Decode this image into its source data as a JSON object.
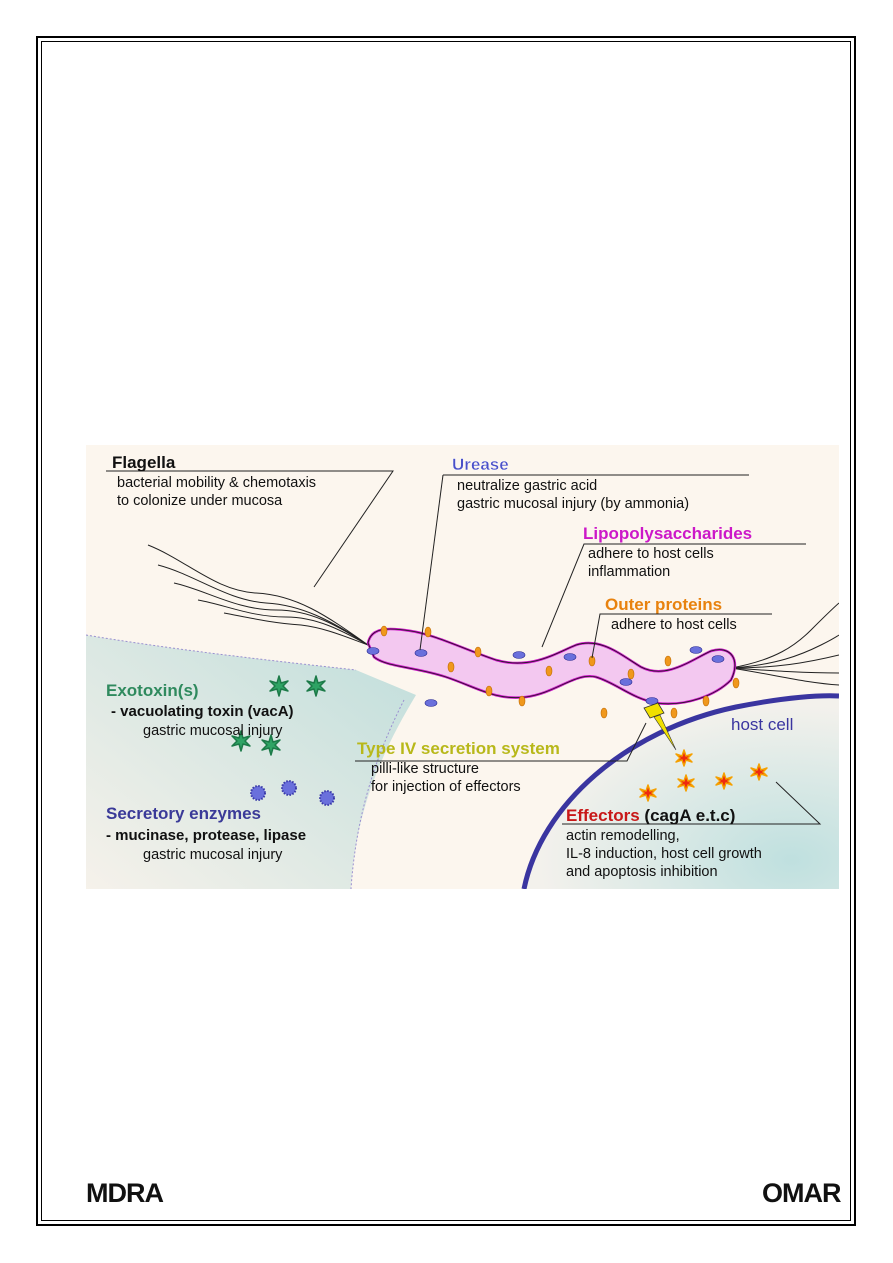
{
  "diagram": {
    "flagella": {
      "title": "Flagella",
      "lines": [
        "bacterial mobility & chemotaxis",
        "to colonize under mucosa"
      ]
    },
    "urease": {
      "title": "Urease",
      "lines": [
        "neutralize gastric acid",
        "gastric mucosal injury (by ammonia)"
      ]
    },
    "lps": {
      "title": "Lipopolysaccharides",
      "lines": [
        "adhere to host cells",
        "inflammation"
      ]
    },
    "outer": {
      "title": "Outer proteins",
      "lines": [
        "adhere to host cells"
      ]
    },
    "exotoxin": {
      "title": "Exotoxin(s)",
      "bold_line": "- vacuolating toxin (vacA)",
      "line": "gastric mucosal injury"
    },
    "t4ss": {
      "title": "Type IV secretion system",
      "lines": [
        "pilli-like structure",
        "for injection of effectors"
      ]
    },
    "secretory": {
      "title": "Secretory enzymes",
      "bold_line": "- mucinase, protease, lipase",
      "line": "gastric mucosal injury"
    },
    "effectors": {
      "title": "Effectors",
      "title_suffix": " (cagA e.t.c)",
      "lines": [
        "actin remodelling,",
        "IL-8 induction, host cell growth",
        "and apoptosis inhibition"
      ]
    },
    "host_cell": "host cell"
  },
  "colors": {
    "flagella": "#111111",
    "urease": "#4a50c8",
    "lps": "#cc18c8",
    "outer": "#e8820e",
    "exotoxin": "#2f8a5e",
    "t4ss": "#b8b81a",
    "secretory": "#3a3a98",
    "effectors": "#c81818",
    "host": "#3a35a0"
  },
  "footer": {
    "left_logo": "MDRA",
    "right_logo": "OMAR"
  }
}
